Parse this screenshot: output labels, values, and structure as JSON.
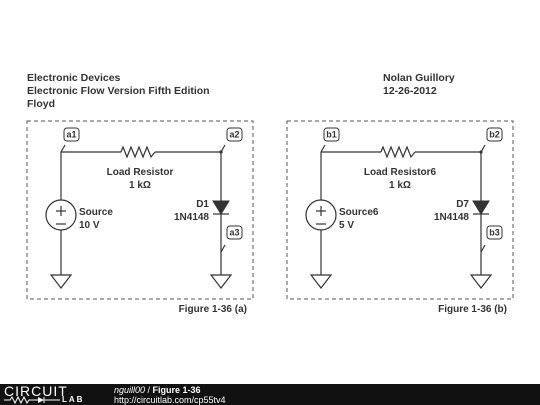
{
  "header": {
    "left_lines": [
      "Electronic Devices",
      "Electronic Flow Version Fifth Edition",
      "Floyd"
    ],
    "right_lines": [
      "Nolan Guillory",
      "12-26-2012"
    ]
  },
  "circuits": [
    {
      "id": "a",
      "nodes": [
        "a1",
        "a2",
        "a3"
      ],
      "resistor_name": "Load Resistor",
      "resistor_value": "1 kΩ",
      "source_name": "Source",
      "source_value": "10 V",
      "diode_name": "D1",
      "diode_part": "1N4148",
      "figure_label": "Figure 1-36 (a)"
    },
    {
      "id": "b",
      "nodes": [
        "b1",
        "b2",
        "b3"
      ],
      "resistor_name": "Load Resistor6",
      "resistor_value": "1 kΩ",
      "source_name": "Source6",
      "source_value": "5 V",
      "diode_name": "D7",
      "diode_part": "1N4148",
      "figure_label": "Figure 1-36 (b)"
    }
  ],
  "footer": {
    "brand_top": "CIRCUIT",
    "brand_bottom": "LAB",
    "user": "nguill00",
    "separator": " / ",
    "title": "Figure 1-36",
    "url": "http://circuitlab.com/cp55tv4"
  },
  "colors": {
    "stroke": "#333333",
    "dash": "#555555",
    "footer_bg": "#111111"
  }
}
